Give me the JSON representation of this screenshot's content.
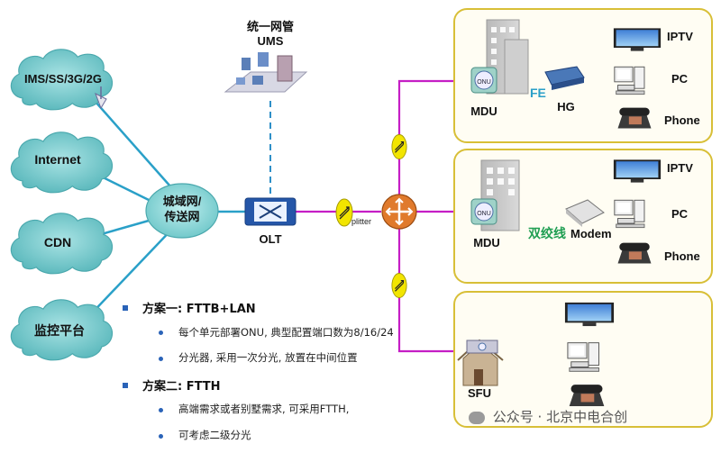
{
  "clouds": {
    "ims": "IMS/SS/3G/2G",
    "internet": "Internet",
    "cdn": "CDN",
    "monitor": "监控平台"
  },
  "metro": {
    "line1": "城域网/",
    "line2": "传送网"
  },
  "ums": {
    "line1": "统一网管",
    "line2": "UMS"
  },
  "olt": "OLT",
  "splitter": "plitter",
  "box1": {
    "mdu": "MDU",
    "link": "FE",
    "hg": "HG",
    "devices": [
      "IPTV",
      "PC",
      "Phone"
    ]
  },
  "box2": {
    "mdu": "MDU",
    "link": "双绞线",
    "modem": "Modem",
    "devices": [
      "IPTV",
      "PC",
      "Phone"
    ]
  },
  "box3": {
    "sfu": "SFU"
  },
  "onu_badge": "ONU",
  "text": {
    "plan1": "方案一:  FTTB+LAN",
    "plan1_items": [
      "每个单元部署ONU, 典型配置端口数为8/16/24",
      "分光器, 采用一次分光, 放置在中间位置"
    ],
    "plan2": "方案二:   FTTH",
    "plan2_items": [
      "高端需求或者别墅需求, 可采用FTTH,",
      "可考虑二级分光"
    ]
  },
  "watermark": "公众号 · 北京中电合创",
  "colors": {
    "cloud": "#69c2c5",
    "fiber": "#c51ec5",
    "link": "#2aa0c8",
    "box_border": "#d8bf37",
    "dash": "#2e8fc8"
  }
}
